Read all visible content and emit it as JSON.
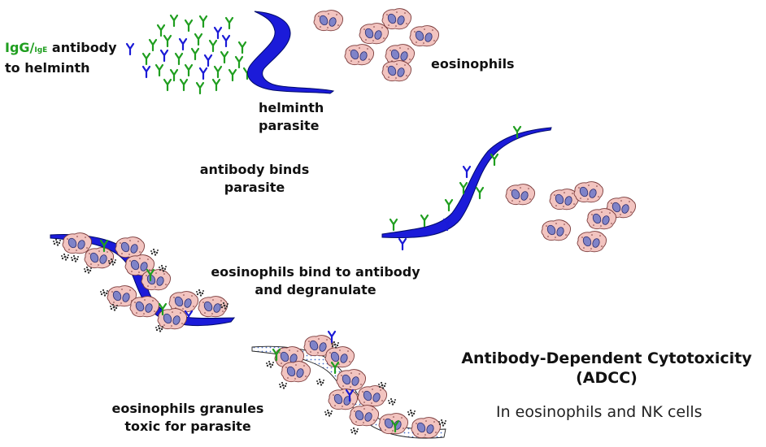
{
  "labels": {
    "antibody_igg": "IgG",
    "antibody_slash": "/",
    "antibody_ige": "IgE",
    "antibody_rest": " antibody",
    "antibody_line2": "to helminth",
    "eosinophils": "eosinophils",
    "helminth_line1": "helminth",
    "helminth_line2": "parasite",
    "binds_line1": "antibody binds",
    "binds_line2": "parasite",
    "degranulate_line1": "eosinophils bind to antibody",
    "degranulate_line2": "and degranulate",
    "toxic_line1": "eosinophils granules",
    "toxic_line2": "toxic for parasite"
  },
  "title": {
    "line1": "Antibody-Dependent Cytotoxicity",
    "line2": "(ADCC)",
    "subtitle": "In eosinophils and NK cells"
  },
  "colors": {
    "igg_green": "#1f9e1f",
    "ige_blue": "#1a1ad6",
    "parasite_blue": "#1b1bd9",
    "eosinophil_fill": "#f2c4c0",
    "nucleus_fill": "#7f83c8",
    "granule_dark": "#333333"
  }
}
